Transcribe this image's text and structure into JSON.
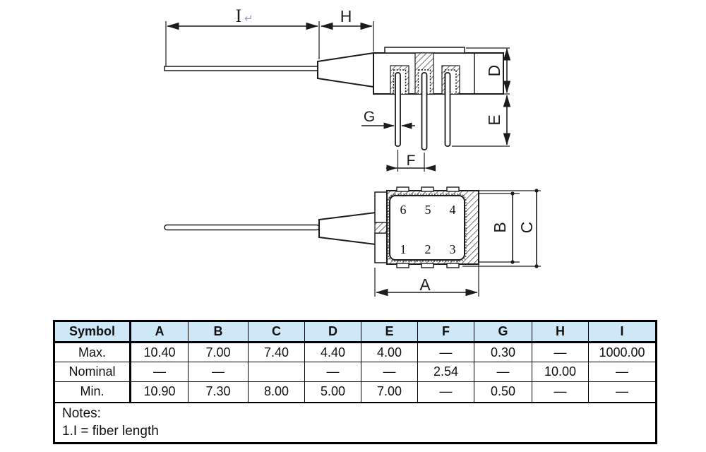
{
  "side_view": {
    "labels": {
      "I": "I",
      "I_mark": "↵",
      "H": "H",
      "D": "D",
      "E": "E",
      "G": "G",
      "F": "F"
    }
  },
  "top_view": {
    "labels": {
      "A": "A",
      "B": "B",
      "C": "C"
    },
    "pins": {
      "p1": "1",
      "p2": "2",
      "p3": "3",
      "p4": "4",
      "p5": "5",
      "p6": "6"
    }
  },
  "table": {
    "header": [
      "Symbol",
      "A",
      "B",
      "C",
      "D",
      "E",
      "F",
      "G",
      "H",
      "I"
    ],
    "rows": [
      [
        "Max.",
        "10.40",
        "7.00",
        "7.40",
        "4.40",
        "4.00",
        "—",
        "0.30",
        "—",
        "1000.00"
      ],
      [
        "Nominal",
        "—",
        "—",
        "",
        "—",
        "—",
        "2.54",
        "—",
        "10.00",
        "—"
      ],
      [
        "Min.",
        "10.90",
        "7.30",
        "8.00",
        "5.00",
        "7.00",
        "—",
        "0.50",
        "—",
        "—"
      ]
    ],
    "notes": {
      "title": "Notes:",
      "line1": "1.I = fiber length"
    }
  },
  "colors": {
    "line": "#1c1c1c",
    "table_header_bg": "#cfe8f8"
  }
}
